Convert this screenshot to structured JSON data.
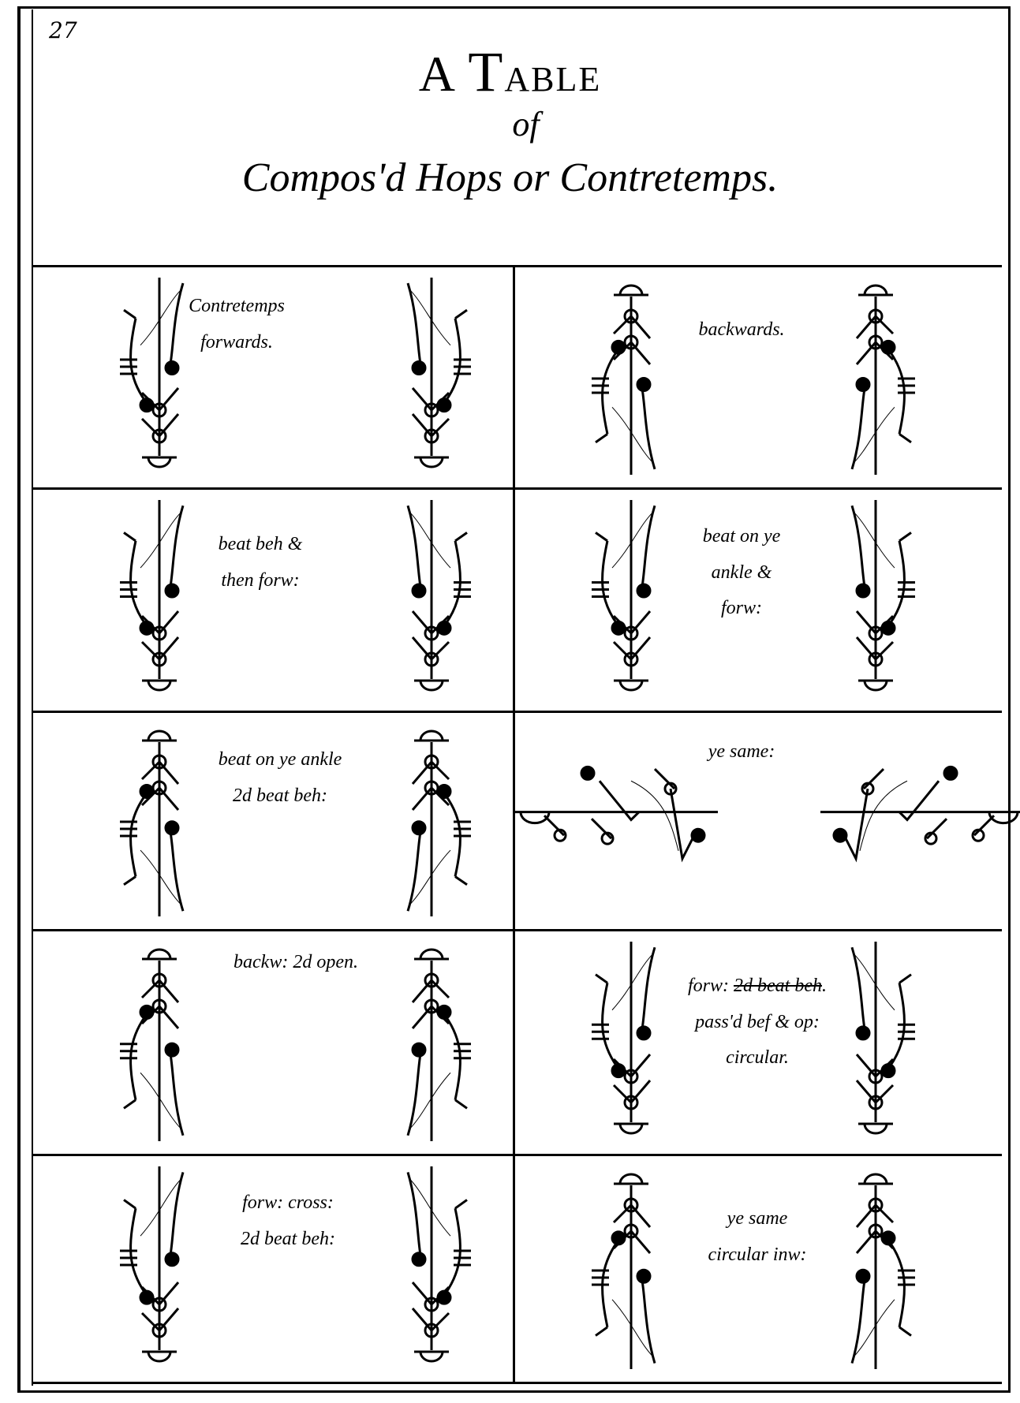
{
  "page_number": "27",
  "title": {
    "line1_initial": "A",
    "line1_big": "T",
    "line1_rest": "ABLE",
    "line2": "of",
    "line3": "Compos'd Hops or Contretemps."
  },
  "cells": [
    {
      "lines": [
        "Contretemps",
        "forwards."
      ]
    },
    {
      "lines": [
        "backwards."
      ]
    },
    {
      "lines": [
        "beat beh &",
        "then forw:"
      ]
    },
    {
      "lines": [
        "beat on ye",
        "ankle &",
        "forw:"
      ]
    },
    {
      "lines": [
        "beat on ye ankle",
        "2d beat beh:"
      ]
    },
    {
      "lines": [
        "ye same:"
      ]
    },
    {
      "lines": [
        "backw: 2d open."
      ]
    },
    {
      "lines": [
        "forw: 2d beat beh.",
        "pass'd bef & op:",
        "circular."
      ],
      "struck": "2d beat beh"
    },
    {
      "lines": [
        "forw: cross:",
        "2d beat beh:"
      ]
    },
    {
      "lines": [
        "ye same",
        "circular inw:"
      ]
    }
  ]
}
